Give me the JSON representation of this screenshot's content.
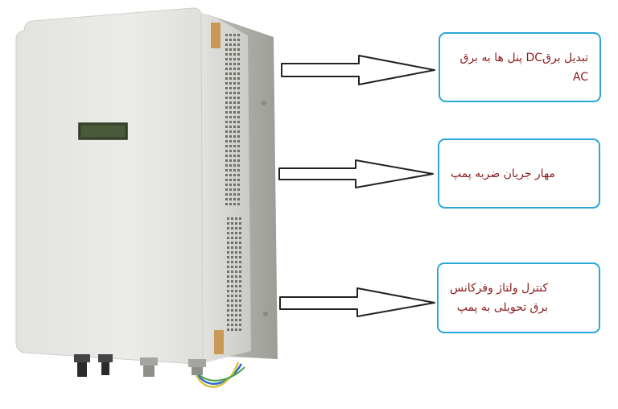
{
  "callouts": [
    {
      "id": "dc-to-ac",
      "lines": [
        "تبدیل برقDC پنل ها به برق AC"
      ]
    },
    {
      "id": "pump-surge",
      "lines": [
        "مهار جریان ضربه پمپ"
      ]
    },
    {
      "id": "voltage-frequency",
      "lines": [
        "کنترل ولتاژ وفرکانس",
        "برق تحویلی به پمپ"
      ]
    }
  ],
  "colors": {
    "callout_border": "#2aa7d6",
    "callout_text": "#8b1a1a",
    "cabinet_body": "#e8e9e5",
    "display_screen": "#3c4a2e",
    "arrow_fill": "#ffffff",
    "arrow_stroke": "#222222"
  },
  "icons": [
    "inverter-cabinet",
    "lcd-display",
    "vent-grille",
    "cable-gland",
    "ac-cable"
  ]
}
